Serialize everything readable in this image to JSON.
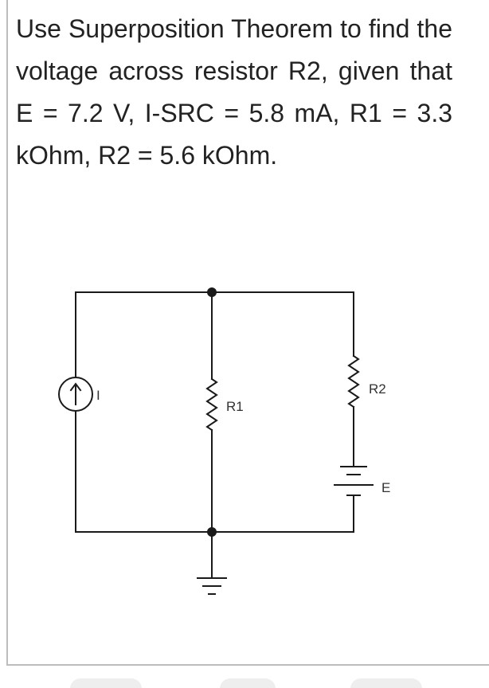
{
  "question": {
    "text": "Use Superposition Theorem to find the voltage across resistor R2, given that E = 7.2 V, I-SRC = 5.8 mA, R1 = 3.3 kOhm, R2 = 5.6 kOhm."
  },
  "circuit": {
    "current_source_label": "I",
    "r1_label": "R1",
    "r2_label": "R2",
    "battery_label": "E"
  },
  "colors": {
    "wire": "#1a1a1a",
    "text": "#222222",
    "card_border": "#bdbdbd"
  }
}
